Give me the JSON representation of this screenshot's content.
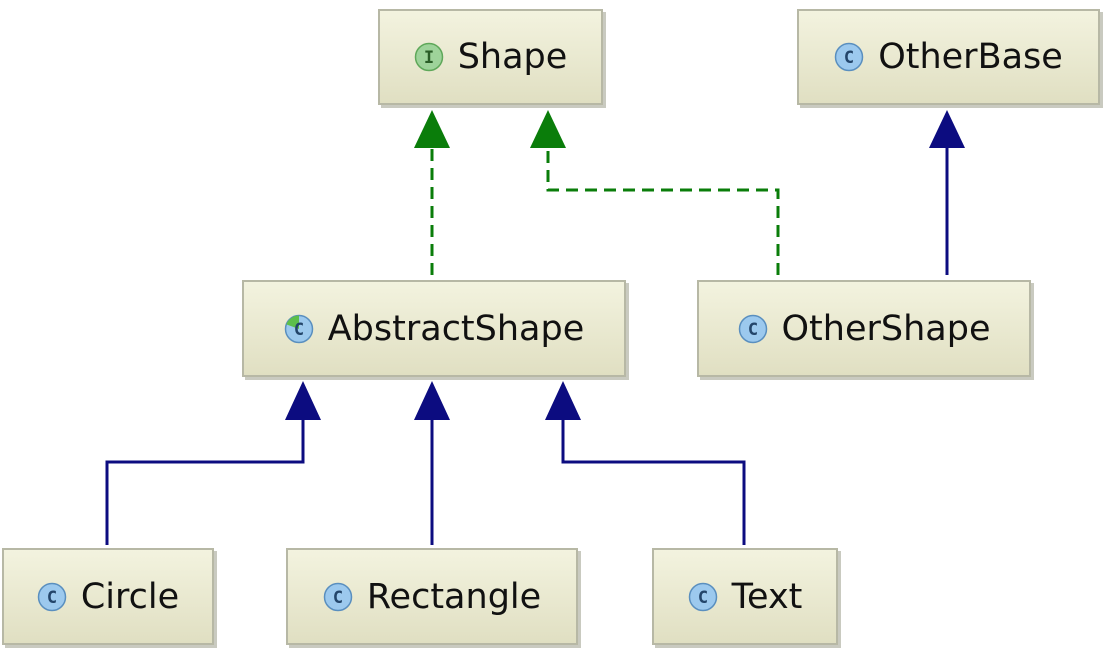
{
  "diagram": {
    "nodes": {
      "shape": {
        "label": "Shape",
        "icon": "interface-icon",
        "icon_letter": "I"
      },
      "other_base": {
        "label": "OtherBase",
        "icon": "class-icon",
        "icon_letter": "C"
      },
      "abstract_shape": {
        "label": "AbstractShape",
        "icon": "abstract-class-icon",
        "icon_letter": "C"
      },
      "other_shape": {
        "label": "OtherShape",
        "icon": "class-icon",
        "icon_letter": "C"
      },
      "circle": {
        "label": "Circle",
        "icon": "class-icon",
        "icon_letter": "C"
      },
      "rectangle": {
        "label": "Rectangle",
        "icon": "class-icon",
        "icon_letter": "C"
      },
      "text": {
        "label": "Text",
        "icon": "class-icon",
        "icon_letter": "C"
      }
    },
    "edges": [
      {
        "from": "AbstractShape",
        "to": "Shape",
        "kind": "implements"
      },
      {
        "from": "OtherShape",
        "to": "Shape",
        "kind": "implements"
      },
      {
        "from": "OtherShape",
        "to": "OtherBase",
        "kind": "extends"
      },
      {
        "from": "Circle",
        "to": "AbstractShape",
        "kind": "extends"
      },
      {
        "from": "Rectangle",
        "to": "AbstractShape",
        "kind": "extends"
      },
      {
        "from": "Text",
        "to": "AbstractShape",
        "kind": "extends"
      }
    ],
    "colors": {
      "implements_line": "#0a7d0a",
      "extends_line": "#0c0c80",
      "node_border": "#b7b8a5",
      "interface_icon": "#9ed39a",
      "class_icon": "#9cc9ee"
    }
  }
}
